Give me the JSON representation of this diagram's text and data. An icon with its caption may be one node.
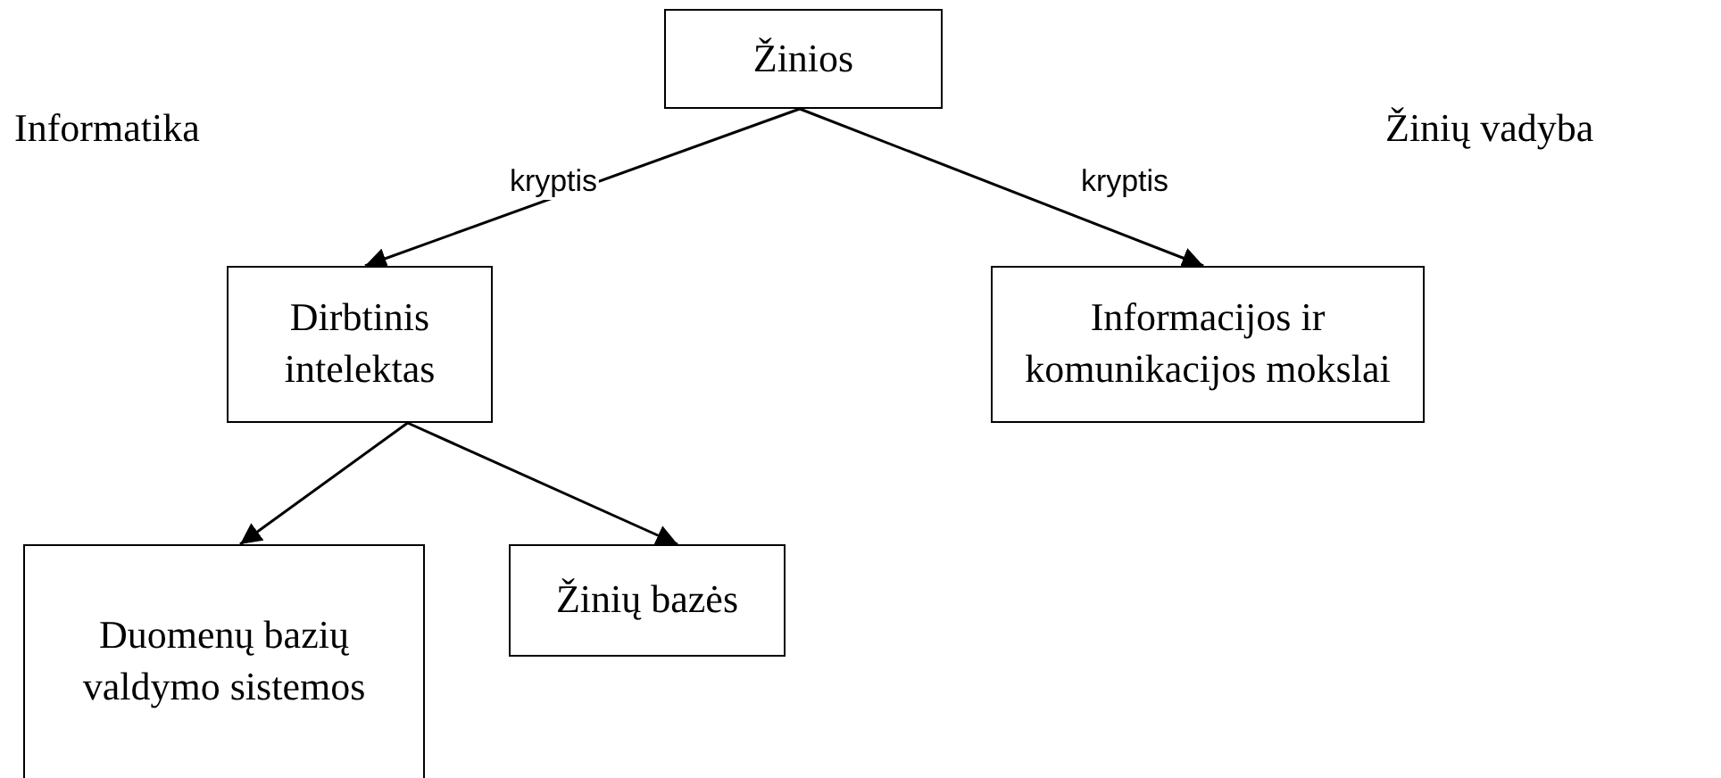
{
  "diagram": {
    "nodes": [
      {
        "text": [
          "Žinios"
        ]
      },
      {
        "text": [
          "Dirbtinis intelektas"
        ]
      },
      {
        "text": [
          "Informacijos ir komunikacijos mokslai"
        ]
      },
      {
        "text": [
          "Duomenų bazių valdymo sistemos"
        ]
      },
      {
        "text": [
          "Žinių bazės"
        ]
      }
    ],
    "edges": [
      {
        "from": 0,
        "to": 1,
        "arrow": "to",
        "label": "kryptis"
      },
      {
        "from": 0,
        "to": 2,
        "arrow": "to",
        "label": "kryptis"
      },
      {
        "from": 1,
        "to": 3,
        "arrow": "to"
      },
      {
        "from": 1,
        "to": 4,
        "arrow": "to"
      }
    ],
    "labels": [
      "Informatika",
      "Žinių vadyba"
    ]
  }
}
